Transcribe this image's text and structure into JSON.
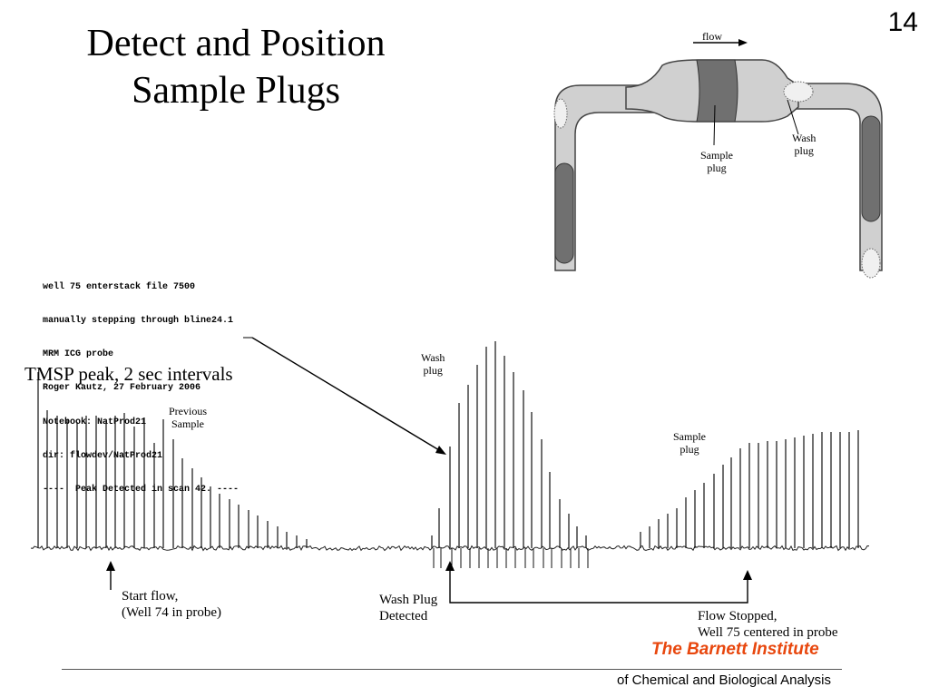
{
  "slide": {
    "number": "14",
    "title_line1": "Detect and Position",
    "title_line2": "Sample Plugs"
  },
  "notes_block": [
    "well 75 enterstack file 7500",
    "manually stepping through bline24.1",
    "MRM ICG probe",
    "Roger Kautz, 27 February 2006",
    "Notebook: NatProd21",
    "dir: flowdev/NatProd21",
    "----  Peak Detected in scan 42. ----"
  ],
  "labels": {
    "tmsp": "TMSP peak, 2 sec intervals",
    "previous_sample_1": "Previous",
    "previous_sample_2": "Sample",
    "wash_plug_top_1": "Wash",
    "wash_plug_top_2": "plug",
    "sample_plug_right_1": "Sample",
    "sample_plug_right_2": "plug",
    "start_flow_1": "Start flow,",
    "start_flow_2": "(Well 74 in probe)",
    "wash_detected_1": "Wash Plug",
    "wash_detected_2": "Detected",
    "flow_stopped_1": "Flow Stopped,",
    "flow_stopped_2": "Well 75 centered in probe"
  },
  "diagram": {
    "flow_label": "flow",
    "sample_plug_1": "Sample",
    "sample_plug_2": "plug",
    "wash_plug_1": "Wash",
    "wash_plug_2": "plug"
  },
  "footer": {
    "institute": "The Barnett Institute",
    "subtitle": "of Chemical and Biological Analysis"
  },
  "colors": {
    "institute_red": "#e8470e",
    "tube_gray": "#d0d0d0",
    "plug_dark": "#707070"
  }
}
